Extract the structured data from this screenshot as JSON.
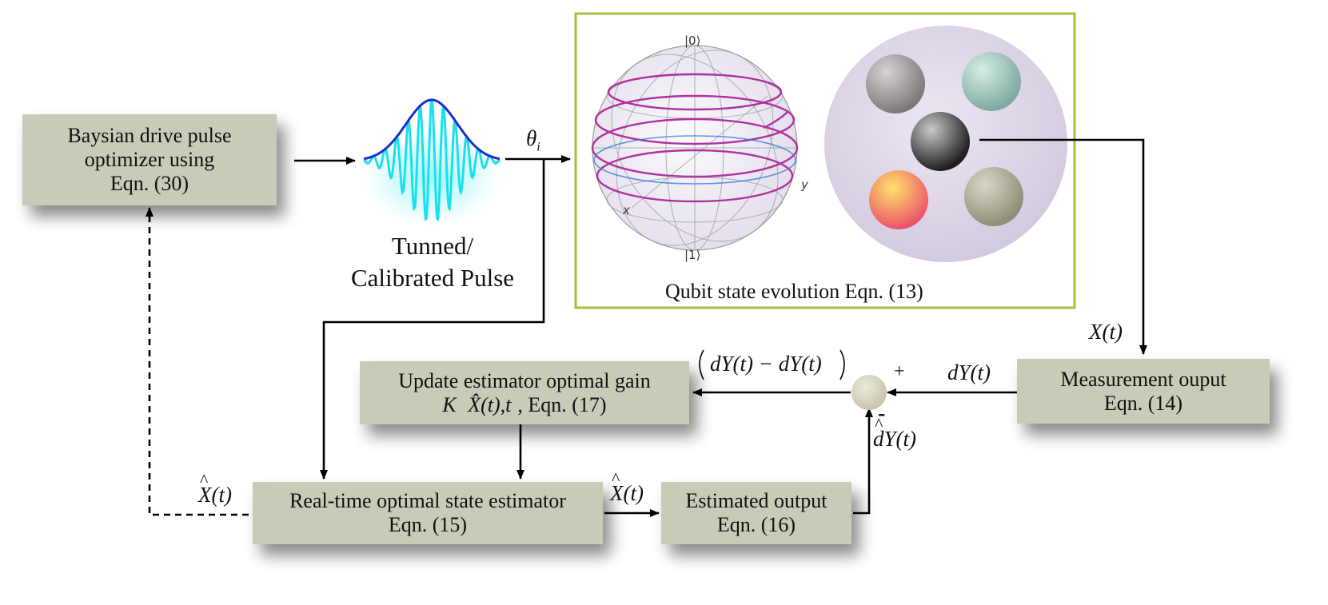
{
  "nodes": {
    "optimizer": {
      "lines": [
        "Baysian drive pulse",
        "optimizer using",
        "Eqn. (30)"
      ]
    },
    "pulse": {
      "caption_lines": [
        "Tunned/",
        "Calibrated Pulse"
      ]
    },
    "qubit": {
      "caption": "Qubit state evolution Eqn. (13)"
    },
    "gain": {
      "line1": "Update estimator optimal gain",
      "line2_func": "K",
      "line2_args": "X̂(t),t",
      "line2_tail": ", Eqn. (17)"
    },
    "estimator": {
      "lines": [
        "Real-time optimal state estimator",
        "Eqn. (15)"
      ]
    },
    "estimated_output": {
      "lines": [
        "Estimated output",
        "Eqn. (16)"
      ]
    },
    "measurement": {
      "lines": [
        "Measurement ouput",
        "Eqn. (14)"
      ]
    }
  },
  "labels": {
    "theta": "θ",
    "theta_sub": "i",
    "x_t": "X(t)",
    "xhat_t_left": "X(t)",
    "xhat_t_mid": "X(t)",
    "dy_t": "dY(t)",
    "dyhat_t": "dY(t)",
    "innovation": "dY(t) − dY(t)",
    "plus": "+",
    "minus": "-"
  },
  "bloch": {
    "ket0": "|0⟩",
    "ket1": "|1⟩",
    "x": "x",
    "y": "y"
  },
  "colors": {
    "box_fill": "#c7cbb8",
    "qubit_frame": "#a9be3a",
    "pulse_envelope": "#1f2fc8",
    "pulse_wave": "#19e0f0",
    "trajectory": "#b0329e",
    "summer": "#d6d3bf"
  }
}
